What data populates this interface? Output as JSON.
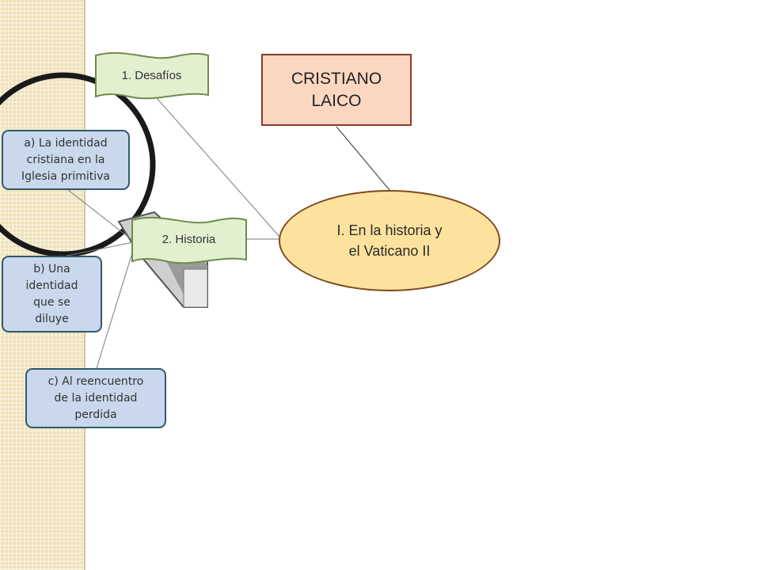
{
  "diagram": {
    "title": "CRISTIANO\nLAICO",
    "center": "I. En la historia y\nel Vaticano II",
    "branches": {
      "desafios": "1. Desafíos",
      "historia": "2. Historia"
    },
    "items": {
      "a": "a) La identidad\ncristiana en la\nIglesia primitiva",
      "b": "b) Una\nidentidad\nque se\ndiluye",
      "c": "c) Al reencuentro\nde la identidad\nperdida"
    }
  },
  "colors": {
    "sidebar": "#efe0b8",
    "title_fill": "#fbd7c2",
    "center_fill": "#fde29e",
    "branch_fill": "#e3f0d0",
    "item_fill": "#c9d8ec"
  }
}
